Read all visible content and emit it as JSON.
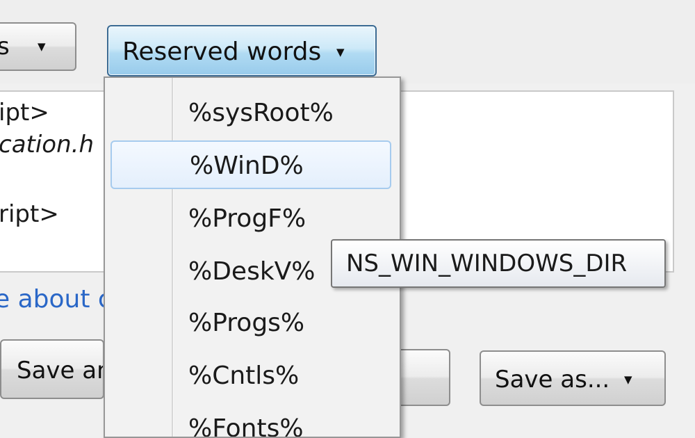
{
  "toolbar": {
    "left_button_label": "rs",
    "reserved_button_label": "Reserved words"
  },
  "editor": {
    "lines": [
      "ipt>",
      "cation.h",
      "ript>"
    ]
  },
  "link_text": "e about c",
  "bottom": {
    "save_and_label": "Save an",
    "middle_label": "",
    "save_as_label": "Save as..."
  },
  "menu": {
    "items": [
      {
        "label": "%sysRoot%"
      },
      {
        "label": "%WinD%"
      },
      {
        "label": "%ProgF%"
      },
      {
        "label": "%DeskV%"
      },
      {
        "label": "%Progs%"
      },
      {
        "label": "%Cntls%"
      },
      {
        "label": "%Fonts%"
      }
    ],
    "selected_index": 1
  },
  "tooltip": {
    "text": "NS_WIN_WINDOWS_DIR"
  },
  "colors": {
    "accent_button": "#b1dbf3",
    "selection": "#e4effc",
    "link": "#2a67c7"
  }
}
